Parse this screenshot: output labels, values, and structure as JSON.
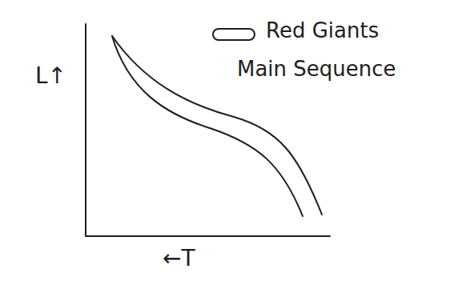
{
  "diagram": {
    "labels": [
      "L↑",
      "←T",
      "Red Giants",
      "Main Sequence"
    ]
  }
}
